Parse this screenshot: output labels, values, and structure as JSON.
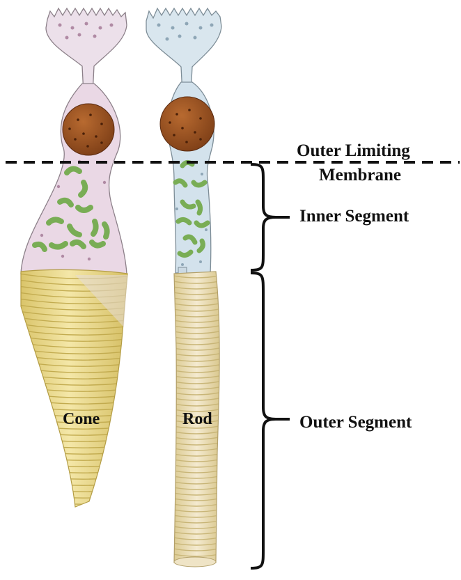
{
  "labels": {
    "outer_limiting_line1": "Outer Limiting",
    "outer_limiting_line2": "Membrane",
    "inner_segment": "Inner Segment",
    "outer_segment": "Outer Segment",
    "cone": "Cone",
    "rod": "Rod"
  },
  "colors": {
    "cone_body": "#e9dbe6",
    "rod_body": "#d5e3ec",
    "nucleus": "#9a5524",
    "mitochondria": "#8fbf6a",
    "disc_fill": "#ecdc8e",
    "disc_line": "#c9b35a",
    "line": "#111111"
  }
}
